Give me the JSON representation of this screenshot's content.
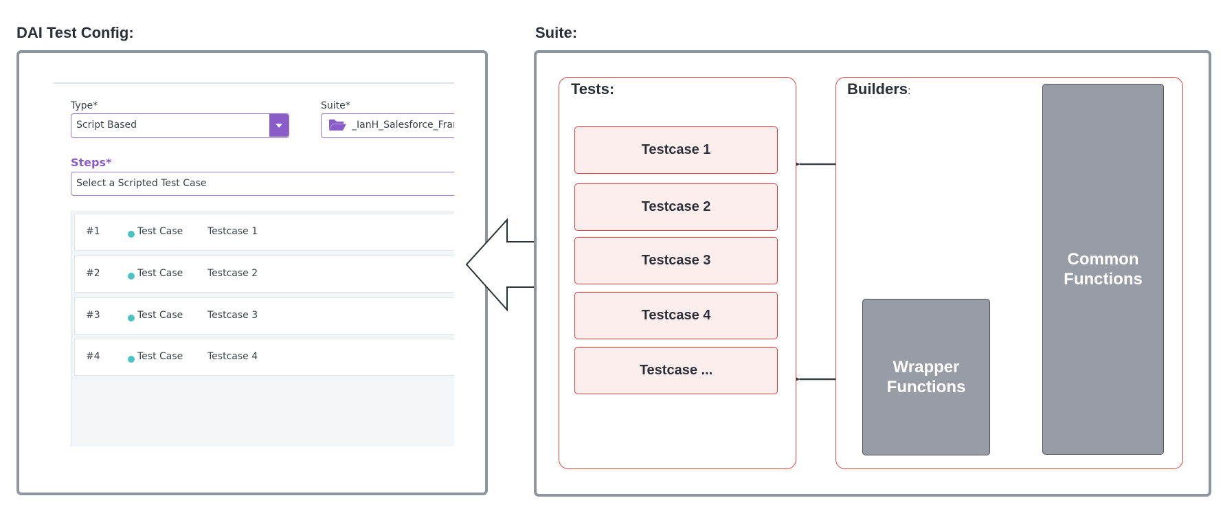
{
  "headings": {
    "left": "DAI Test Config:",
    "right": "Suite:"
  },
  "config": {
    "type_label": "Type*",
    "type_value": "Script Based",
    "suite_label": "Suite*",
    "suite_value": "_IanH_Salesforce_Framework",
    "steps_label": "Steps*",
    "steps_placeholder": "Select a Scripted Test Case",
    "steps": [
      {
        "num": "#1",
        "kind": "Test Case",
        "name": "Testcase 1"
      },
      {
        "num": "#2",
        "kind": "Test Case",
        "name": "Testcase 2"
      },
      {
        "num": "#3",
        "kind": "Test Case",
        "name": "Testcase 3"
      },
      {
        "num": "#4",
        "kind": "Test Case",
        "name": "Testcase 4"
      }
    ]
  },
  "suite": {
    "tests_label": "Tests:",
    "builders_label": "Builders",
    "builders_suffix": ":",
    "testcases": [
      "Testcase 1",
      "Testcase 2",
      "Testcase 3",
      "Testcase 4",
      "Testcase ..."
    ],
    "common_functions": "Common Functions",
    "wrapper_functions": "Wrapper Functions"
  },
  "colors": {
    "panel_border": "#8f959f",
    "accent_purple": "#8a5cc8",
    "status_dot": "#4cc2c2",
    "red_border": "#e03d3d",
    "testcase_fill": "#fdeeee",
    "function_fill": "#989ca5"
  },
  "icons": {
    "folder": "folder-open-icon",
    "dropdown": "chevron-down-icon",
    "transfer": "left-arrow-icon"
  }
}
